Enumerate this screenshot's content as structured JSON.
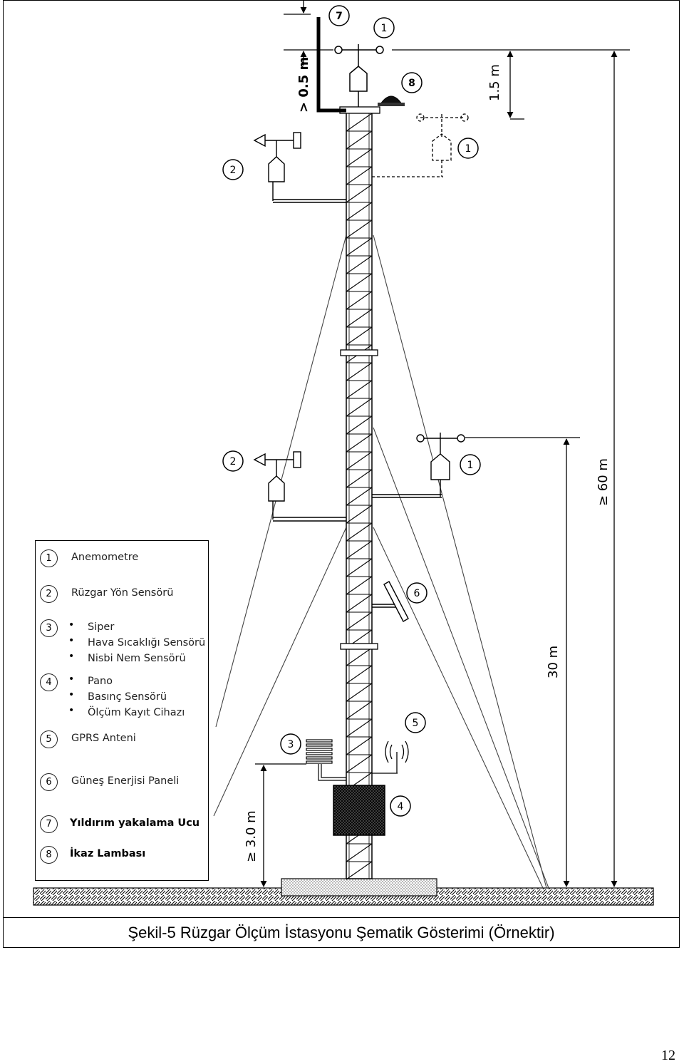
{
  "figure": {
    "caption": "Şekil-5 Rüzgar Ölçüm İstasyonu Şematik Gösterimi (Örnektir)",
    "page_number": "12"
  },
  "diagram": {
    "callouts": {
      "c1a": "1",
      "c1b": "1",
      "c1c": "1",
      "c2a": "2",
      "c2b": "2",
      "c3": "3",
      "c4": "4",
      "c5": "5",
      "c6": "6",
      "c7": "7",
      "c8": "8"
    },
    "dimensions": {
      "top_offset": "> 0.5 m",
      "sensor_spacing": "1.5 m",
      "total_height": "≥ 60 m",
      "mid_height": "30 m",
      "screen_height": "≥ 3.0 m"
    }
  },
  "legend": {
    "items": [
      {
        "num": "1",
        "lines": [
          "Anemometre"
        ],
        "bullets": false,
        "bold": false
      },
      {
        "num": "2",
        "lines": [
          "Rüzgar Yön Sensörü"
        ],
        "bullets": false,
        "bold": false
      },
      {
        "num": "3",
        "lines": [
          "Siper",
          "Hava Sıcaklığı Sensörü",
          "Nisbi Nem Sensörü"
        ],
        "bullets": true,
        "bold": false
      },
      {
        "num": "4",
        "lines": [
          "Pano",
          "Basınç Sensörü",
          "Ölçüm Kayıt Cihazı"
        ],
        "bullets": true,
        "bold": false
      },
      {
        "num": "5",
        "lines": [
          "GPRS Anteni"
        ],
        "bullets": false,
        "bold": false
      },
      {
        "num": "6",
        "lines": [
          "Güneş Enerjisi Paneli"
        ],
        "bullets": false,
        "bold": false
      },
      {
        "num": "7",
        "lines": [
          "Yıldırım yakalama Ucu"
        ],
        "bullets": false,
        "bold": true
      },
      {
        "num": "8",
        "lines": [
          "İkaz Lambası"
        ],
        "bullets": false,
        "bold": true
      }
    ]
  }
}
